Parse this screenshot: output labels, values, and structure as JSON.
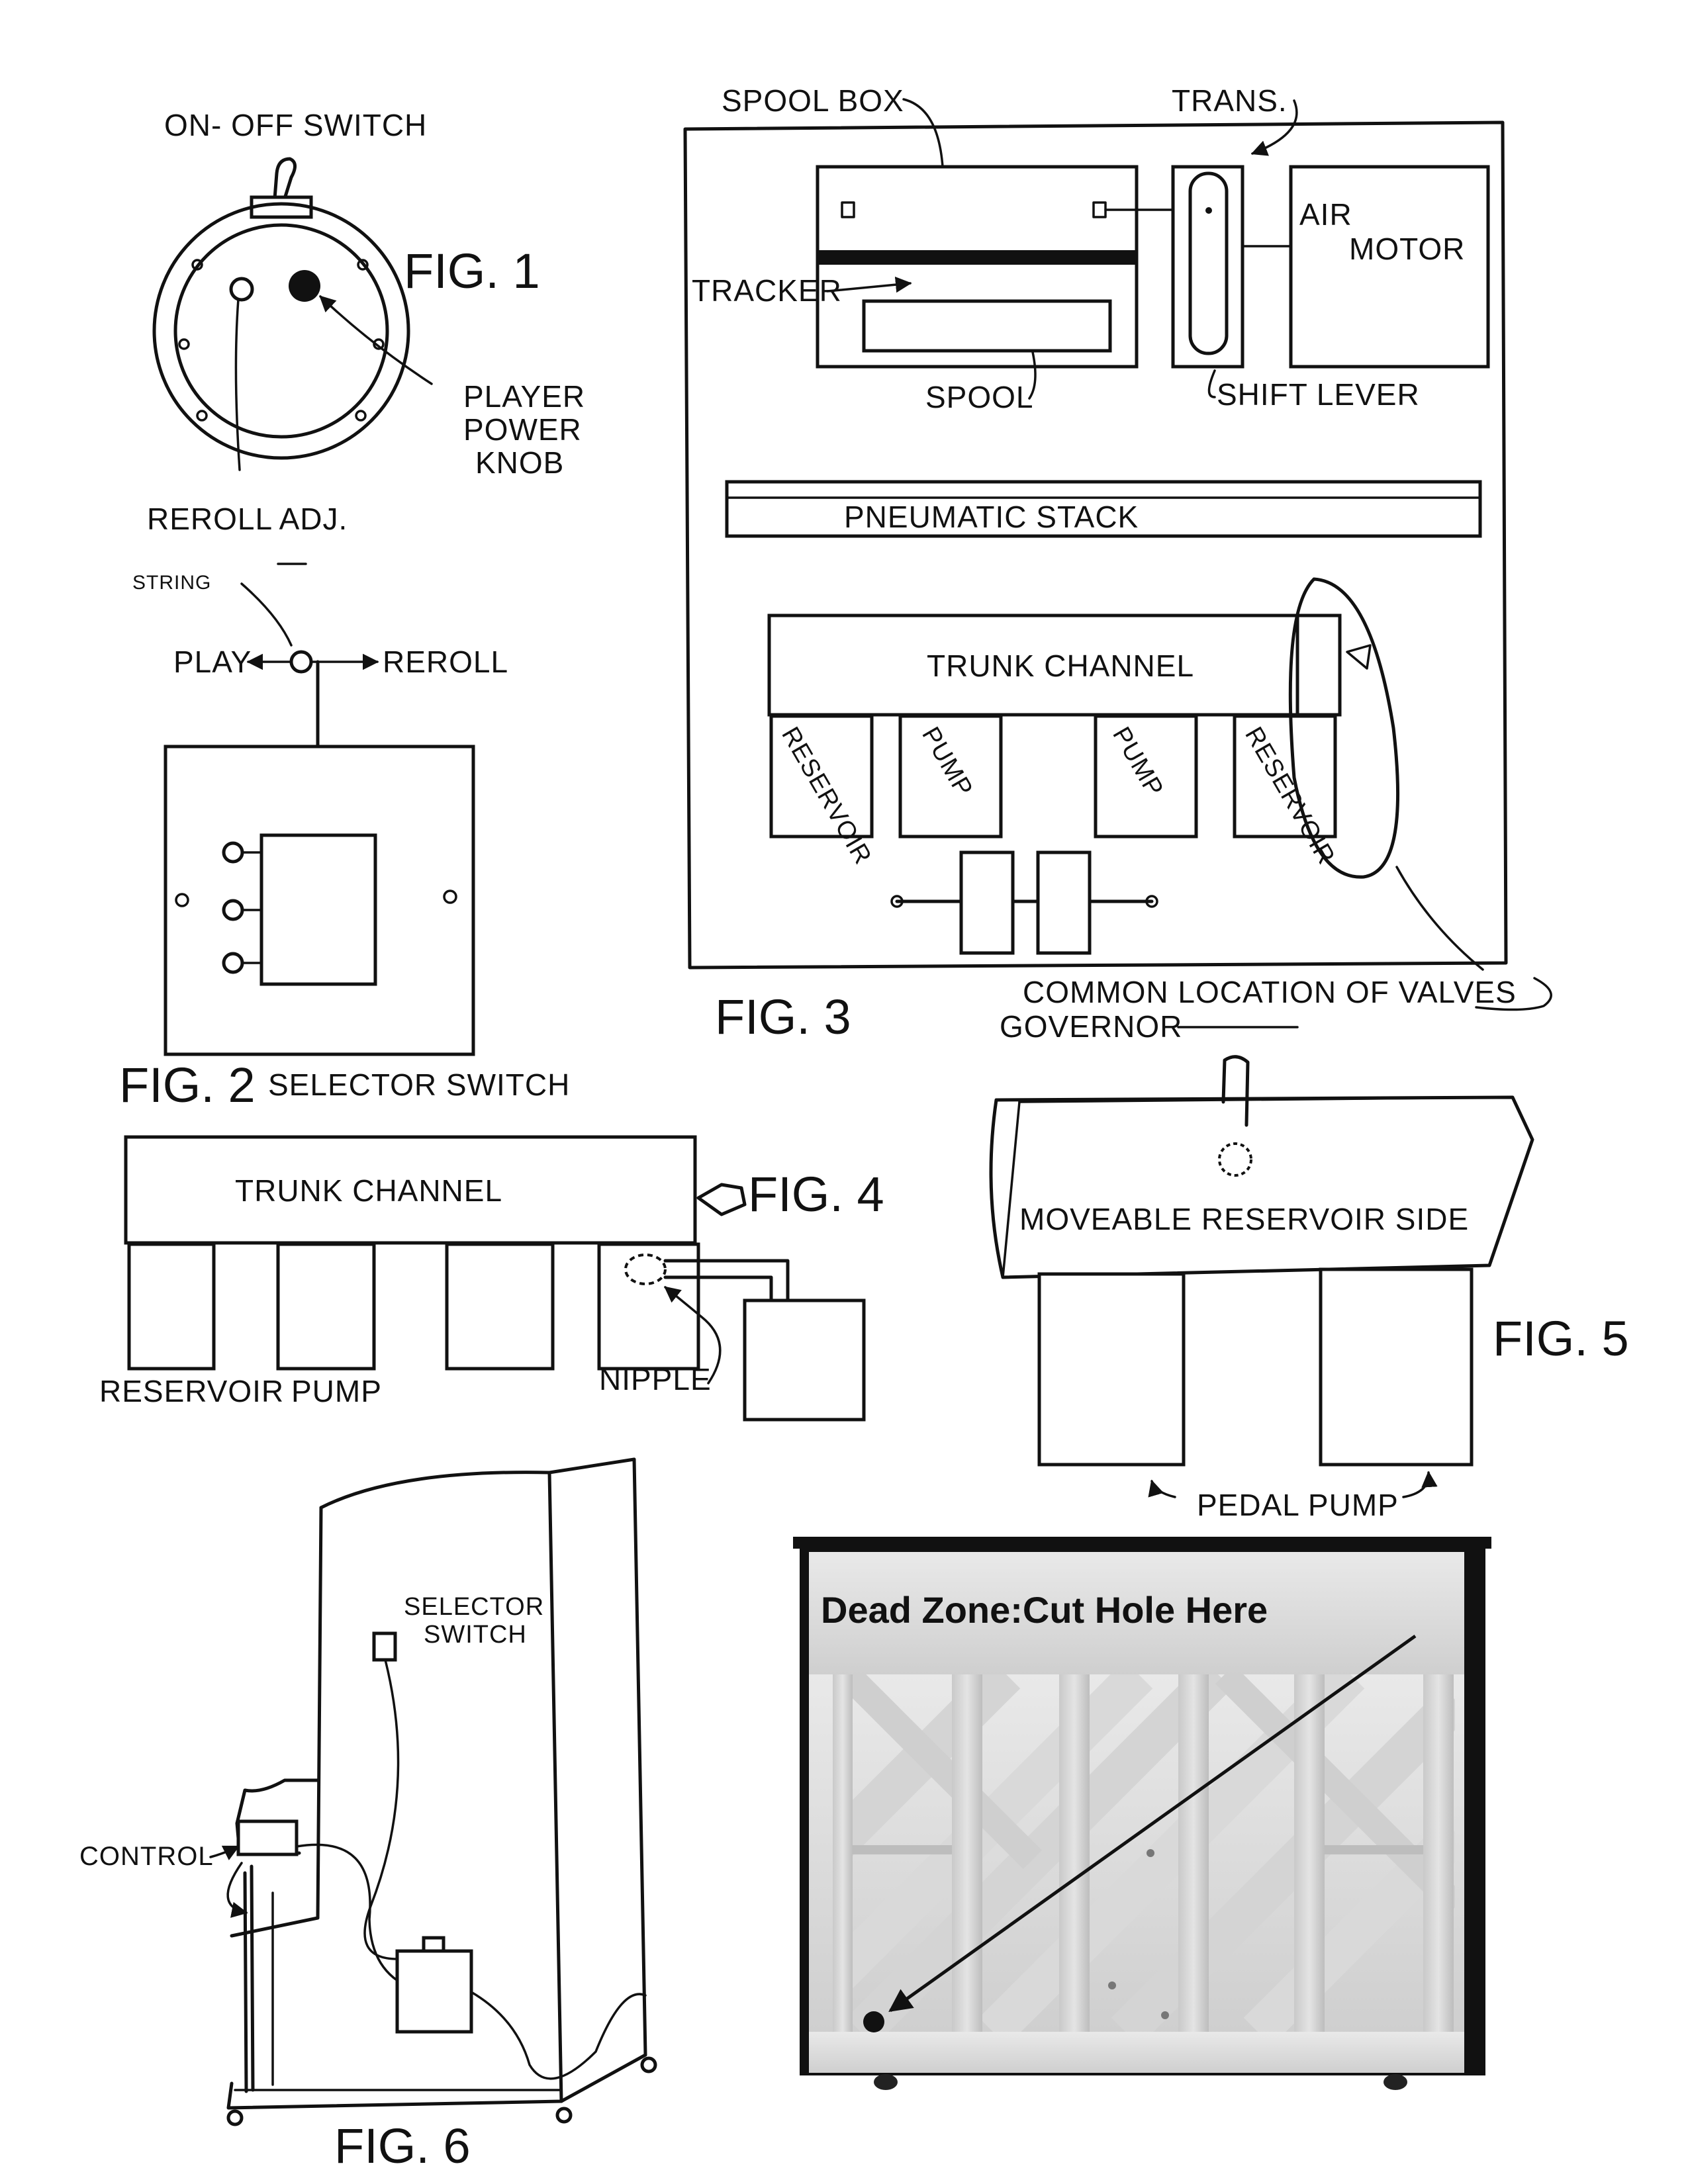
{
  "fig1": {
    "on_off_switch": "ON- OFF SWITCH",
    "fig_label": "FIG. 1",
    "player_power_1": "PLAYER",
    "player_power_2": "POWER",
    "player_power_3": "KNOB",
    "reroll_adj": "REROLL ADJ."
  },
  "fig2": {
    "string": "STRING",
    "play": "PLAY",
    "reroll": "REROLL",
    "fig_label": "FIG. 2",
    "caption": "SELECTOR SWITCH"
  },
  "fig3": {
    "spool_box": "SPOOL BOX",
    "trans": "TRANS.",
    "air": "AIR",
    "motor": "MOTOR",
    "tracker": "TRACKER",
    "spool": "SPOOL",
    "shift_lever": "SHIFT LEVER",
    "pneumatic_stack": "PNEUMATIC STACK",
    "trunk_channel": "TRUNK CHANNEL",
    "reservoir_left": "RESERVOIR",
    "pump_left": "PUMP",
    "pump_right": "PUMP",
    "reservoir_right": "RESERVOIR",
    "fig_label": "FIG. 3",
    "common_location": "COMMON LOCATION OF VALVES",
    "governor": "GOVERNOR"
  },
  "fig4": {
    "trunk_channel": "TRUNK CHANNEL",
    "fig_label": "FIG. 4",
    "reservoir": "RESERVOIR",
    "pump": "PUMP",
    "nipple": "NIPPLE"
  },
  "fig5": {
    "moveable_reservoir_side": "MOVEABLE RESERVOIR SIDE",
    "fig_label": "FIG. 5",
    "pedal_pump": "PEDAL PUMP"
  },
  "fig6": {
    "selector_1": "SELECTOR",
    "selector_2": "SWITCH",
    "control": "CONTROL",
    "fig_label": "FIG. 6"
  },
  "piano_back": {
    "dead_zone": "Dead Zone:Cut Hole Here"
  }
}
